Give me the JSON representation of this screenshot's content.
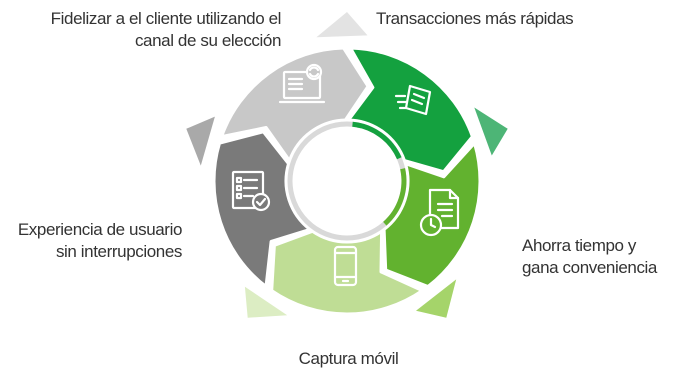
{
  "labels": {
    "top_left": {
      "line1": "Fidelizar a el cliente utilizando el",
      "line2": "canal de su elección"
    },
    "top_right": {
      "line1": "Transacciones más rápidas"
    },
    "right": {
      "line1": "Ahorra tiempo y",
      "line2": "gana conveniencia"
    },
    "bottom": {
      "line1": "Captura móvil"
    },
    "left": {
      "line1": "Experiencia de usuario",
      "line2": "sin interrupciones"
    }
  },
  "segments": [
    {
      "id": "fidelizar",
      "color": "#c8c8c8",
      "arrow_color": "#e3e3e3",
      "icon": "computer-refresh-icon"
    },
    {
      "id": "transacciones",
      "color": "#14a13f",
      "arrow_color": "#4db576",
      "icon": "flying-document-icon"
    },
    {
      "id": "ahorra",
      "color": "#62b22f",
      "arrow_color": "#a5d46a",
      "icon": "document-clock-icon"
    },
    {
      "id": "captura",
      "color": "#bfdd95",
      "arrow_color": "#dcedc3",
      "icon": "mobile-phone-icon"
    },
    {
      "id": "experiencia",
      "color": "#7a7a7a",
      "arrow_color": "#a9a9a9",
      "icon": "checklist-icon"
    }
  ]
}
